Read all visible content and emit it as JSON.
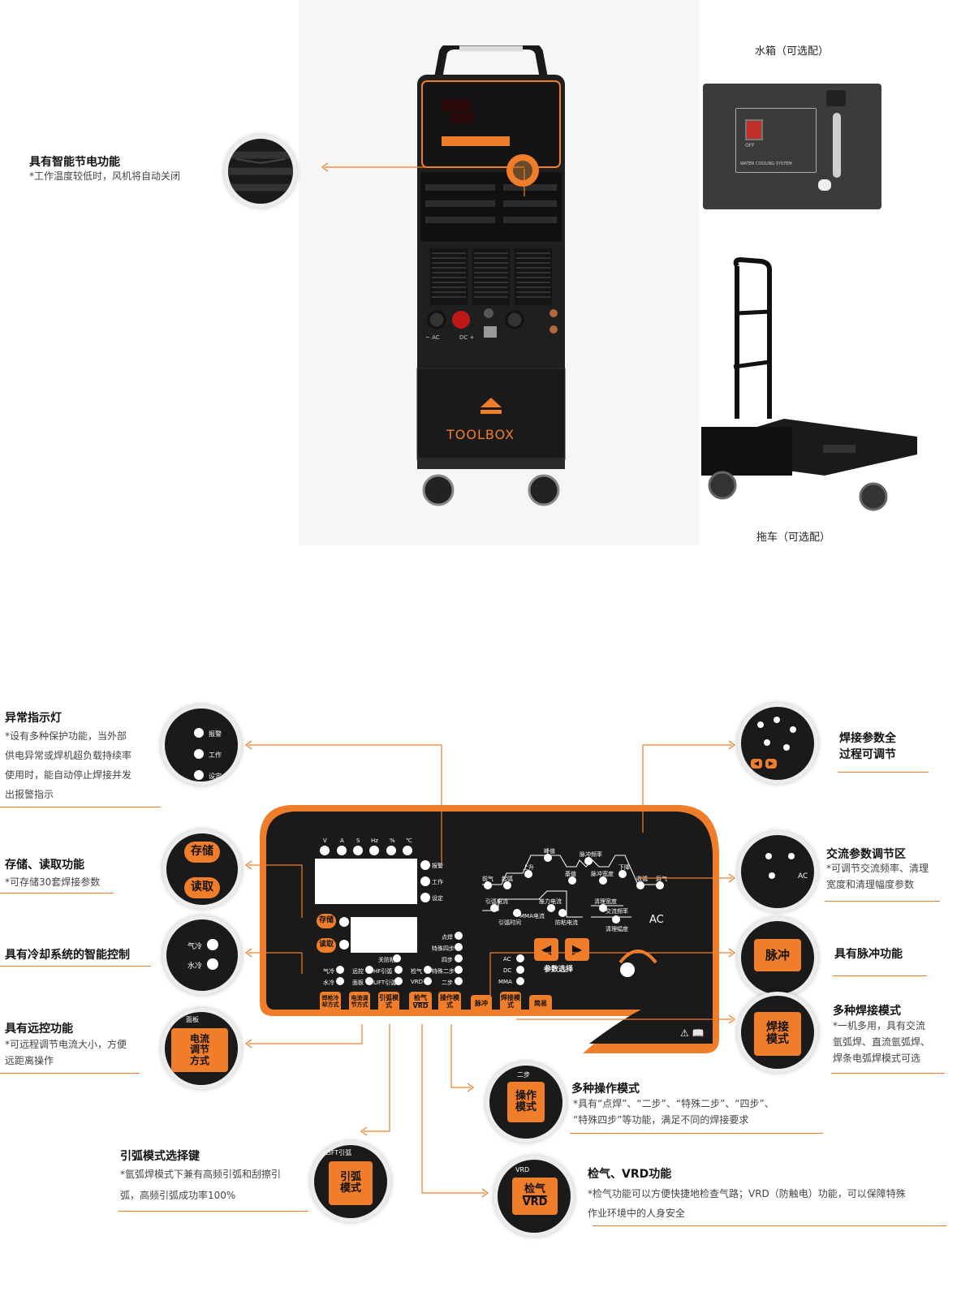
{
  "top": {
    "fan_feature": {
      "title": "具有智能节电功能",
      "sub": "*工作温度较低时，风机将自动关闭"
    },
    "water_tank_caption": "水箱（可选配）",
    "cart_caption": "拖车（可选配）",
    "brand": "TOOLBOX",
    "machine_labels": {
      "ac": "~ AC",
      "dc": "DC +"
    },
    "water_panel": {
      "off": "OFF",
      "system": "WATER COOLING SYSTEM"
    }
  },
  "features": {
    "alarm": {
      "title": "异常指示灯",
      "lines": [
        "*设有多种保护功能，当外部",
        "供电异常或焊机超负载持续率",
        "使用时，能自动停止焊接并发",
        "出报警指示"
      ]
    },
    "memory": {
      "title": "存储、读取功能",
      "sub": "*可存储30套焊接参数"
    },
    "cooling": {
      "title": "具有冷却系统的智能控制"
    },
    "remote": {
      "title": "具有远控功能",
      "lines": [
        "*可远程调节电流大小，方便",
        "远距离操作"
      ]
    },
    "arc": {
      "title": "引弧模式选择键",
      "lines": [
        "*氩弧焊模式下兼有高频引弧和刮擦引",
        "弧，高频引弧成功率100%"
      ]
    },
    "params": {
      "title_lines": [
        "焊接参数全",
        "过程可调节"
      ]
    },
    "ac": {
      "title": "交流参数调节区",
      "lines": [
        "*可调节交流频率、清理",
        "宽度和清理幅度参数"
      ]
    },
    "pulse": {
      "title": "具有脉冲功能"
    },
    "weld_mode": {
      "title": "多种焊接模式",
      "lines": [
        "*一机多用，具有交流",
        "氩弧焊、直流氩弧焊、",
        "焊条电弧焊模式可选"
      ]
    },
    "op_mode": {
      "title": "多种操作模式",
      "lines": [
        "*具有“点焊”、“二步”、“特殊二步”、“四步”、",
        "“特殊四步”等功能，满足不同的焊接要求"
      ]
    },
    "gas": {
      "title": "检气、VRD功能",
      "lines": [
        "*检气功能可以方便快捷地检查气路；VRD（防触电）功能，可以保障特殊",
        "作业环境中的人身安全"
      ]
    }
  },
  "panel": {
    "units": [
      "V",
      "A",
      "S",
      "Hz",
      "%",
      "℃"
    ],
    "status": [
      "报警",
      "工作",
      "设定"
    ],
    "store": "存储",
    "recall": "读取",
    "modes": [
      "点焊",
      "特殊四步",
      "四步",
      "特殊二步",
      "二步"
    ],
    "stick_off": "关防粘",
    "col_labels": {
      "air": "气冷",
      "water": "水冷",
      "remote": "远控",
      "panel": "面板",
      "hf": "HF引弧",
      "lift": "LIFT引弧",
      "gas": "检气",
      "vrd": "VRD"
    },
    "process": [
      "AC",
      "DC",
      "MMA"
    ],
    "param_select": "参数选择",
    "ac_label": "AC",
    "curve_labels": [
      "前气",
      "起弧",
      "上升",
      "峰值",
      "脉冲频率",
      "基值",
      "脉冲宽度",
      "下降",
      "收弧",
      "后气"
    ],
    "mid_labels": [
      "引弧电流",
      "引弧时间",
      "MMA电流",
      "推力电流",
      "防粘电流",
      "清理宽度",
      "交流频率",
      "清理幅度"
    ],
    "buttons": {
      "cool": "焊枪冷却方式",
      "current": "电流调节方式",
      "arc": "引弧模式",
      "gas": "检气",
      "vrd": "VRD",
      "op": "操作模式",
      "pulse": "脉冲",
      "weld": "焊接模式",
      "simple": "简易"
    }
  },
  "zoom": {
    "alarm": [
      "报警",
      "工作",
      "设定"
    ],
    "cooling": [
      "气冷",
      "水冷"
    ],
    "remote_top": "面板",
    "op_top": "二步",
    "arc_top": "LIFT引弧",
    "gas_top": "VRD"
  }
}
